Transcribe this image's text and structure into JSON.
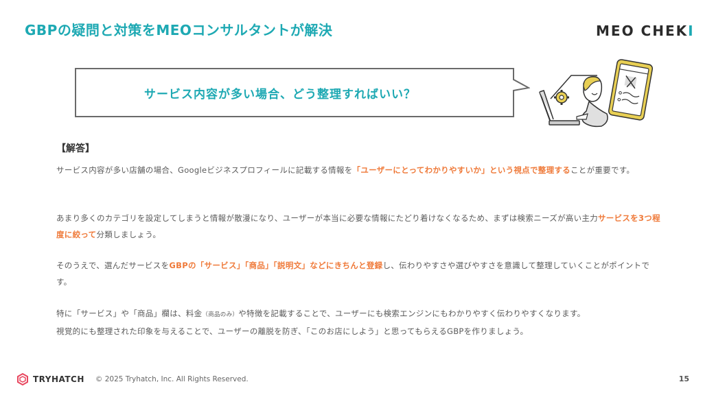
{
  "header": {
    "title": "GBPの疑問と対策をMEOコンサルタントが解決",
    "logo": {
      "part1": "MEO CHE",
      "part2": "K",
      "part3": "I"
    }
  },
  "question": {
    "text": "サービス内容が多い場合、どう整理すればいい？"
  },
  "illustration": {
    "icons": [
      "laptop-icon",
      "gear-icon",
      "person-icon",
      "smartphone-icon"
    ]
  },
  "answer": {
    "heading": "【解答】",
    "paragraphs": [
      {
        "segments": [
          {
            "text": "サービス内容が多い店舗の場合、Googleビジネスプロフィールに記載する情報を",
            "highlight": false
          },
          {
            "text": "「ユーザーにとってわかりやすいか」という視点で整理する",
            "highlight": true
          },
          {
            "text": "ことが重要です。",
            "highlight": false
          }
        ]
      },
      {
        "segments": [
          {
            "text": "あまり多くのカテゴリを設定してしまうと情報が散漫になり、ユーザーが本当に必要な情報にたどり着けなくなるため、まずは検索ニーズが高い主力",
            "highlight": false
          },
          {
            "text": "サービスを3つ程度に絞って",
            "highlight": true
          },
          {
            "text": "分類しましょう。",
            "highlight": false
          }
        ]
      },
      {
        "segments": [
          {
            "text": "そのうえで、選んだサービスを",
            "highlight": false
          },
          {
            "text": "GBPの「サービス」「商品」「説明文」などにきちんと登録",
            "highlight": true
          },
          {
            "text": "し、伝わりやすさや選びやすさを意識して整理していくことがポイントです。",
            "highlight": false
          }
        ]
      },
      {
        "segments": [
          {
            "text": "特に「サービス」や「商品」欄は、料金",
            "highlight": false
          },
          {
            "text": "（商品のみ）",
            "small": true
          },
          {
            "text": "や特徴を記載することで、ユーザーにも検索エンジンにもわかりやすく伝わりやすくなります。",
            "highlight": false
          },
          {
            "text": "\n視覚的にも整理された印象を与えることで、ユーザーの離脱を防ぎ、「このお店にしよう」と思ってもらえるGBPを作りましょう。",
            "highlight": false
          }
        ]
      }
    ]
  },
  "footer": {
    "brand": "TRYHATCH",
    "copyright": "© 2025 Tryhatch, Inc. All Rights Reserved.",
    "page_number": "15"
  },
  "colors": {
    "accent_teal": "#1ea9b3",
    "highlight_orange": "#ef7a3a",
    "body_text": "#5a5a5a",
    "brand_pink": "#e8475f",
    "illustration_yellow": "#e8cf54"
  }
}
